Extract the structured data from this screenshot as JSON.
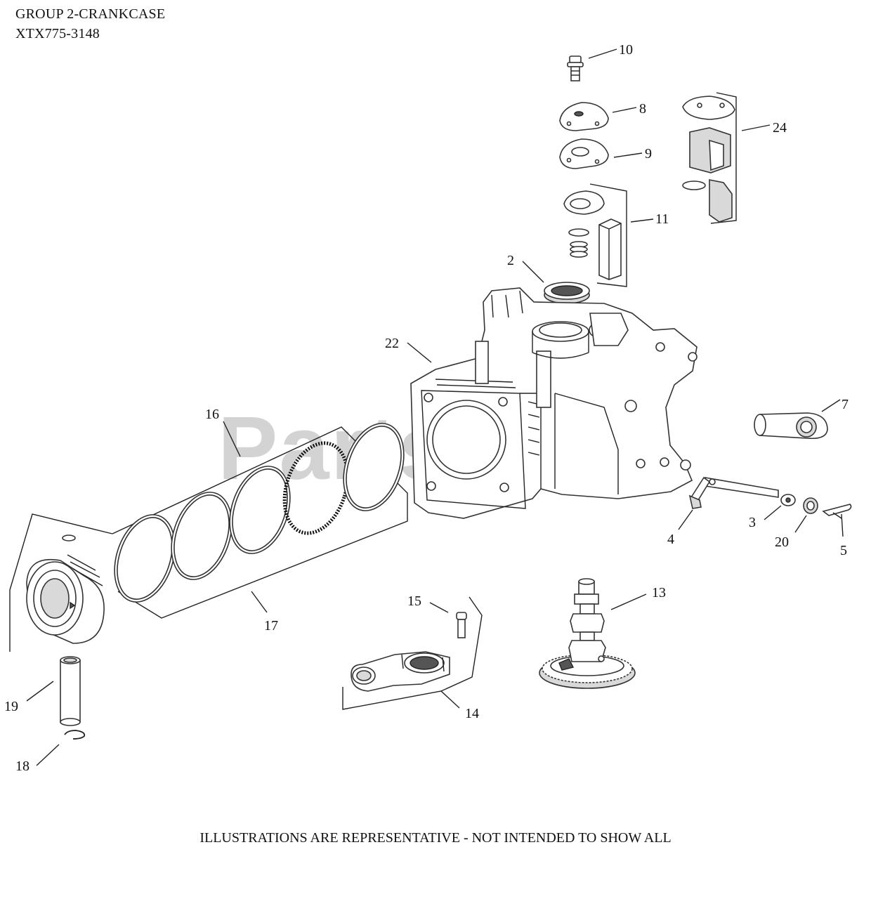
{
  "title": {
    "line1": "GROUP 2-CRANKCASE",
    "line2": "XTX775-3148"
  },
  "footer": "ILLUSTRATIONS ARE REPRESENTATIVE - NOT INTENDED TO SHOW ALL",
  "watermark": "PartsTree",
  "callouts": {
    "c10": "10",
    "c8": "8",
    "c9": "9",
    "c24": "24",
    "c11": "11",
    "c2": "2",
    "c22": "22",
    "c7": "7",
    "c16": "16",
    "c3": "3",
    "c4": "4",
    "c20": "20",
    "c5": "5",
    "c13": "13",
    "c15": "15",
    "c17": "17",
    "c14": "14",
    "c19": "19",
    "c18": "18"
  }
}
